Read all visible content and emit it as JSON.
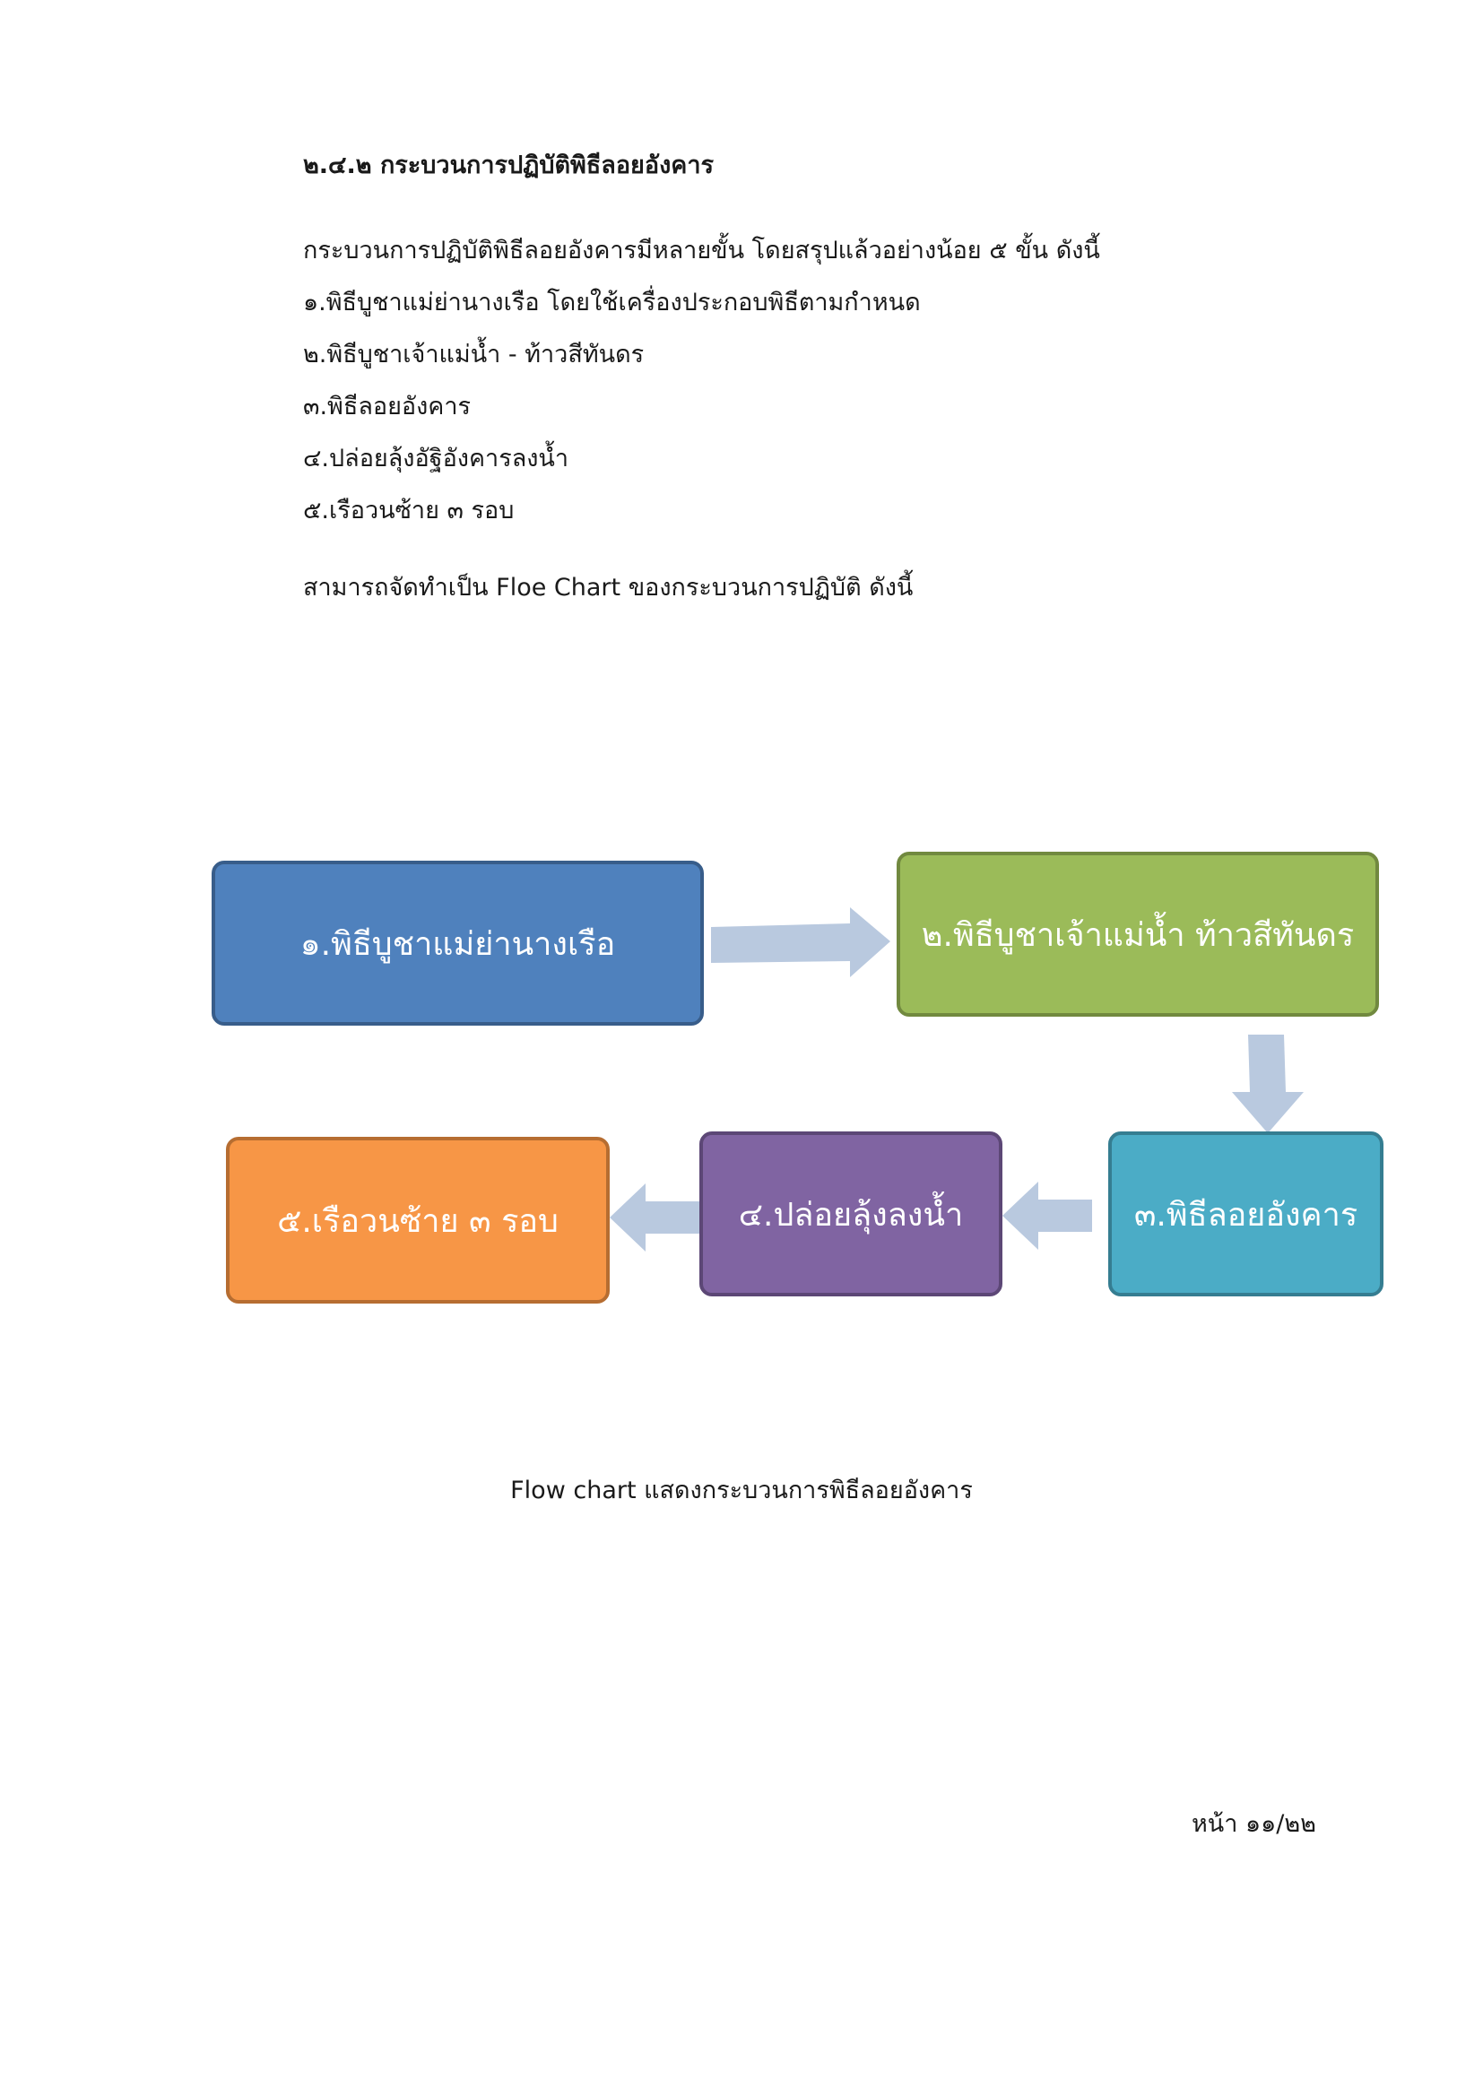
{
  "document": {
    "heading": "๒.๔.๒ กระบวนการปฏิบัติพิธีลอยอังคาร",
    "intro": "กระบวนการปฏิบัติพิธีลอยอังคารมีหลายขั้น โดยสรุปแล้วอย่างน้อย ๕ ขั้น ดังนี้",
    "steps": [
      "๑.พิธีบูชาแม่ย่านางเรือ โดยใช้เครื่องประกอบพิธีตามกำหนด",
      "๒.พิธีบูชาเจ้าแม่น้ำ - ท้าวสีทันดร",
      "๓.พิธีลอยอังคาร",
      "๔.ปล่อยลุ้งอัฐิอังคารลงน้ำ",
      "๕.เรือวนซ้าย ๓ รอบ"
    ],
    "summary": "สามารถจัดทำเป็น Floe Chart ของกระบวนการปฏิบัติ ดังนี้",
    "caption": "Flow chart แสดงกระบวนการพิธีลอยอังคาร",
    "page_number": "หน้า ๑๑/๒๒"
  },
  "flowchart": {
    "boxes": [
      "๑.พิธีบูชาแม่ย่านางเรือ",
      "๒.พิธีบูชาเจ้าแม่น้ำ ท้าวสีทันดร",
      "๓.พิธีลอยอังคาร",
      "๔.ปล่อยลุ้งลงน้ำ",
      "๕.เรือวนซ้าย ๓ รอบ"
    ],
    "colors": {
      "box_1": "#4f81bd",
      "box_2": "#9bbb59",
      "box_3": "#4bacc6",
      "box_4": "#8064a2",
      "box_5": "#f79646",
      "arrow": "#b9c9df"
    }
  }
}
